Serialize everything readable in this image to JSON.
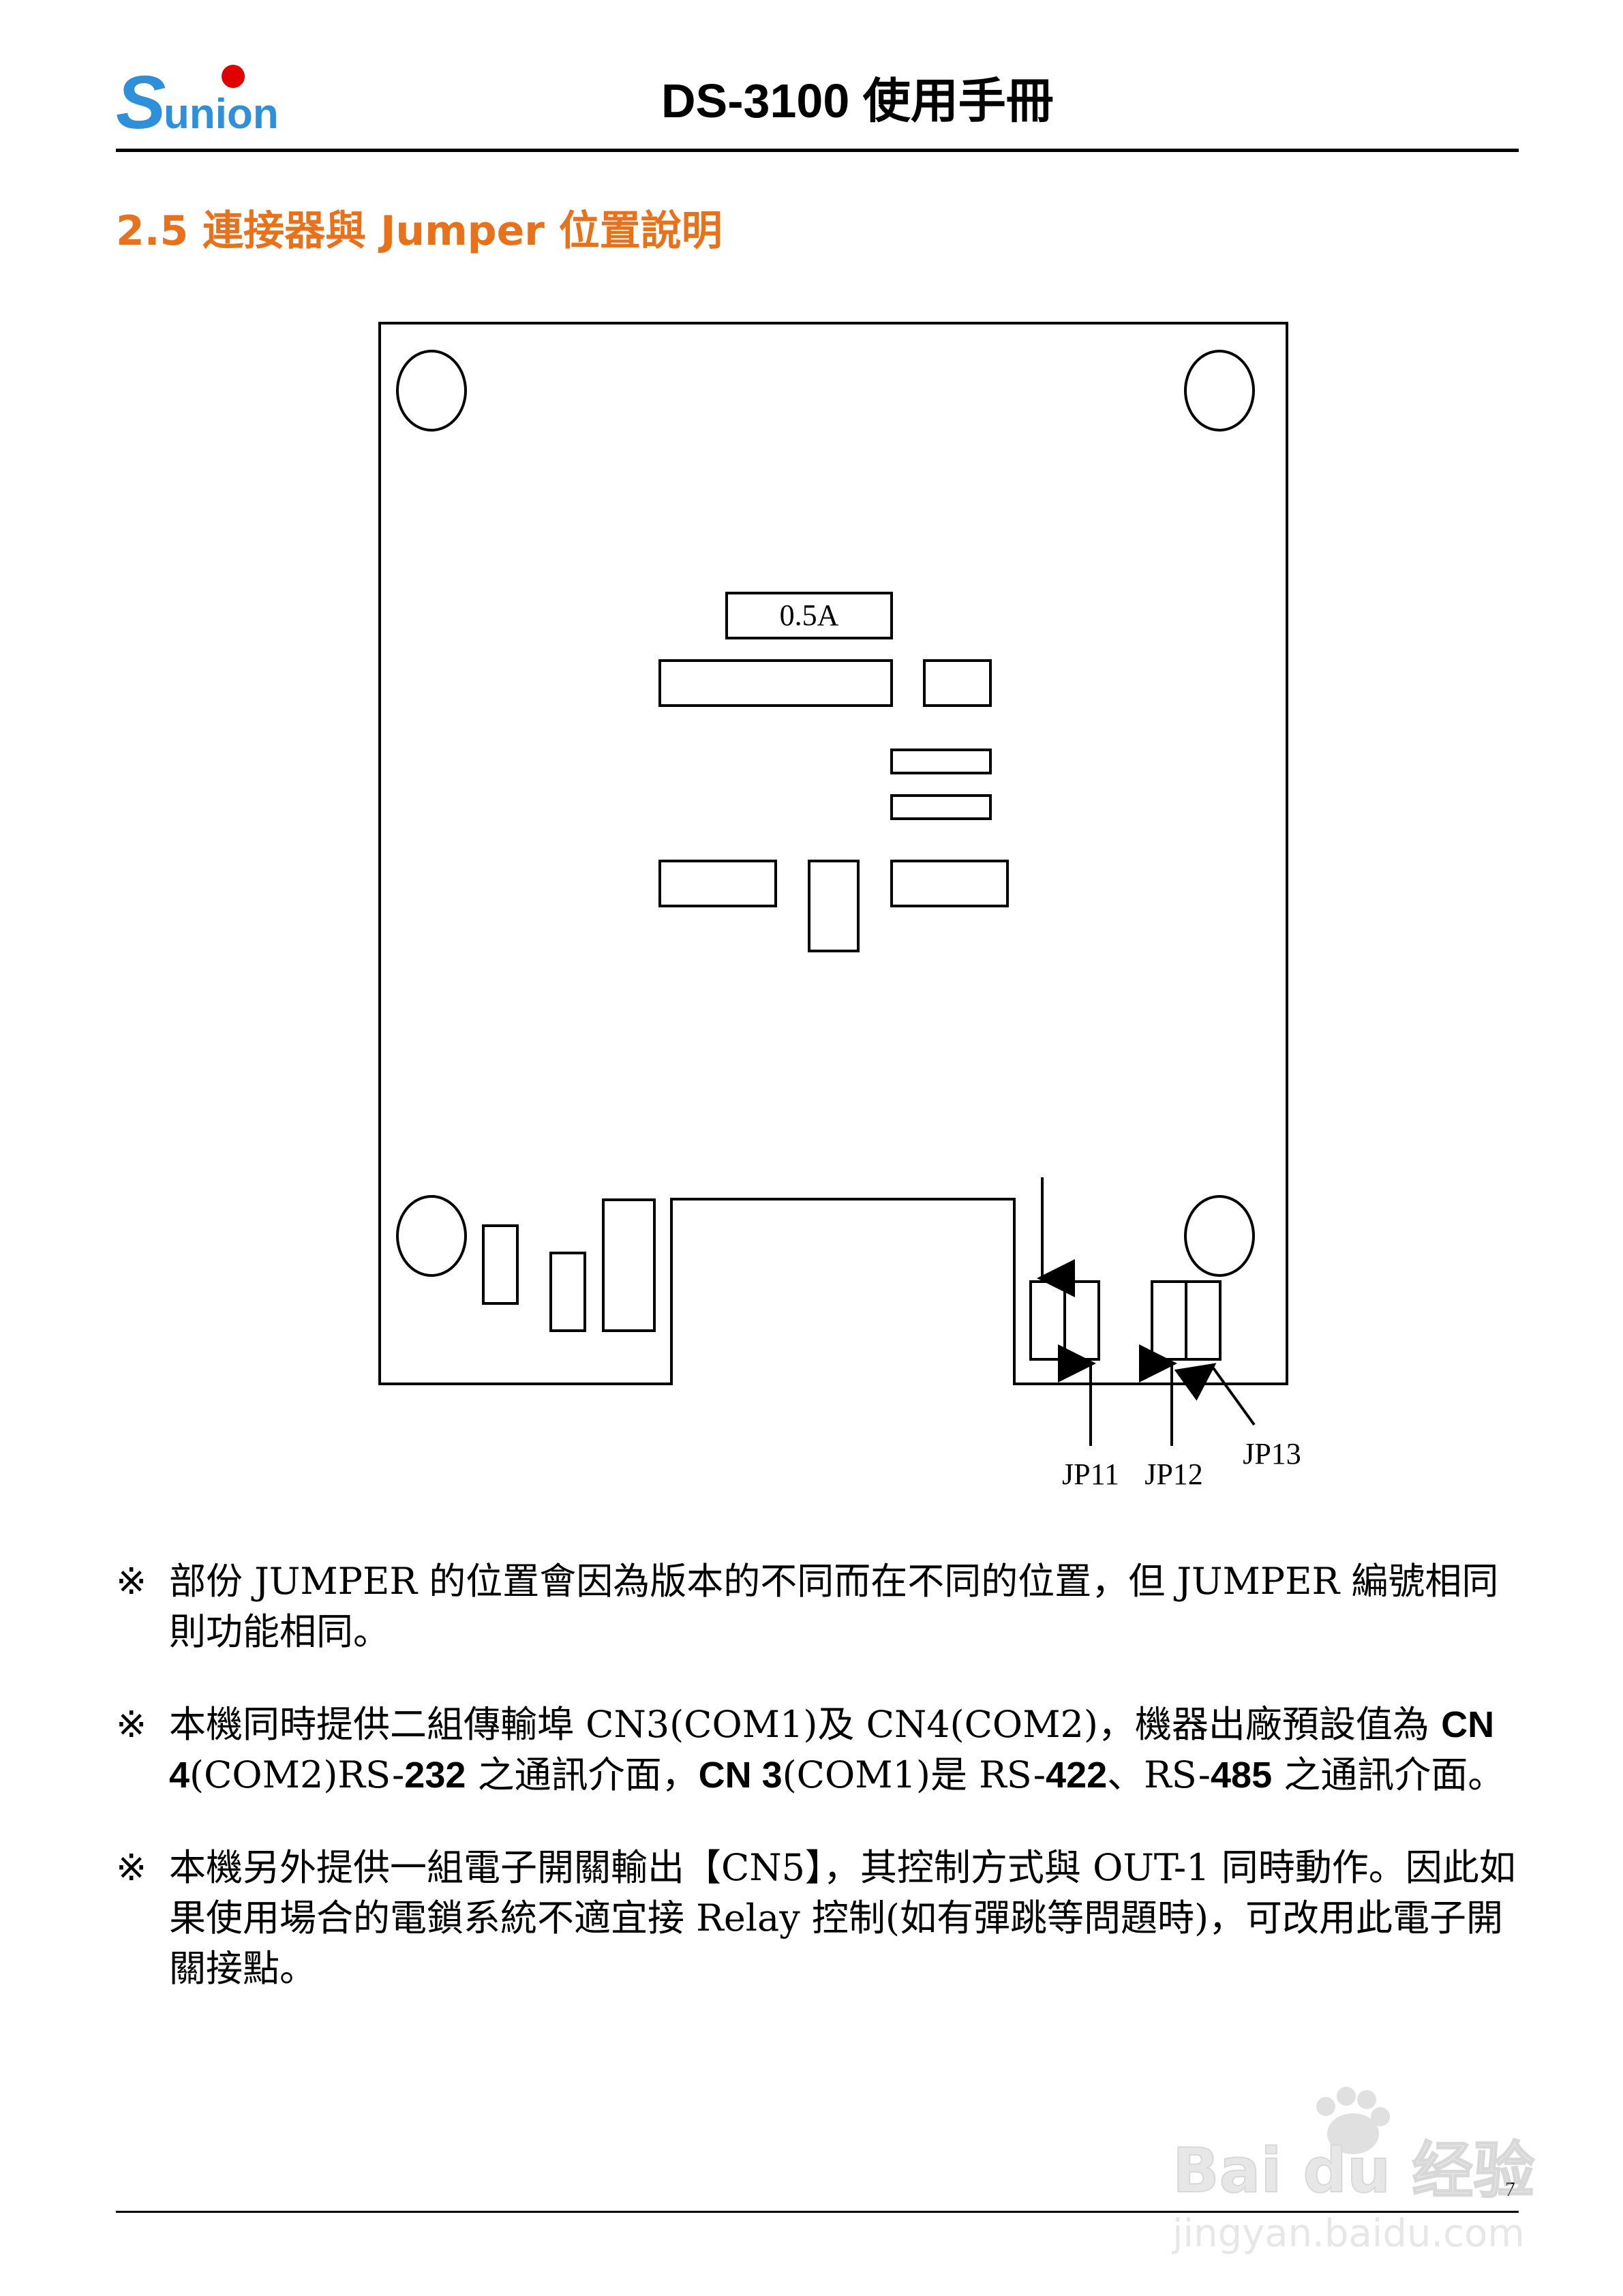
{
  "header": {
    "logo_text": "Sunion",
    "title": "DS-3100 使用手冊"
  },
  "section": {
    "heading": "2.5 連接器與 Jumper 位置說明"
  },
  "diagram": {
    "fuse_label": "0.5A",
    "jp11_label": "JP11",
    "jp12_label": "JP12",
    "jp13_label": "JP13"
  },
  "notes": [
    {
      "mark": "※",
      "text": "部份 JUMPER 的位置會因為版本的不同而在不同的位置，但 JUMPER 編號相同則功能相同。"
    },
    {
      "mark": "※",
      "p1": "本機同時提供二組傳輸埠 CN3(COM1)及 CN4(COM2)，機器出廠預設值為 ",
      "b1": "CN 4",
      "p2": "(COM2)RS-",
      "b2": "232",
      "p3": " 之通訊介面，",
      "b3": "CN 3",
      "p4": "(COM1)是 RS-",
      "b4": "422",
      "p5": "、RS-",
      "b5": "485",
      "p6": " 之通訊介面。"
    },
    {
      "mark": "※",
      "text": "本機另外提供一組電子開關輸出【CN5】，其控制方式與 OUT-1 同時動作。因此如果使用場合的電鎖系統不適宜接 Relay 控制(如有彈跳等問題時)，可改用此電子開關接點。"
    }
  ],
  "footer": {
    "page_number": "7"
  },
  "watermark": {
    "brand": "Bai du 经验",
    "url": "jingyan.baidu.com"
  }
}
